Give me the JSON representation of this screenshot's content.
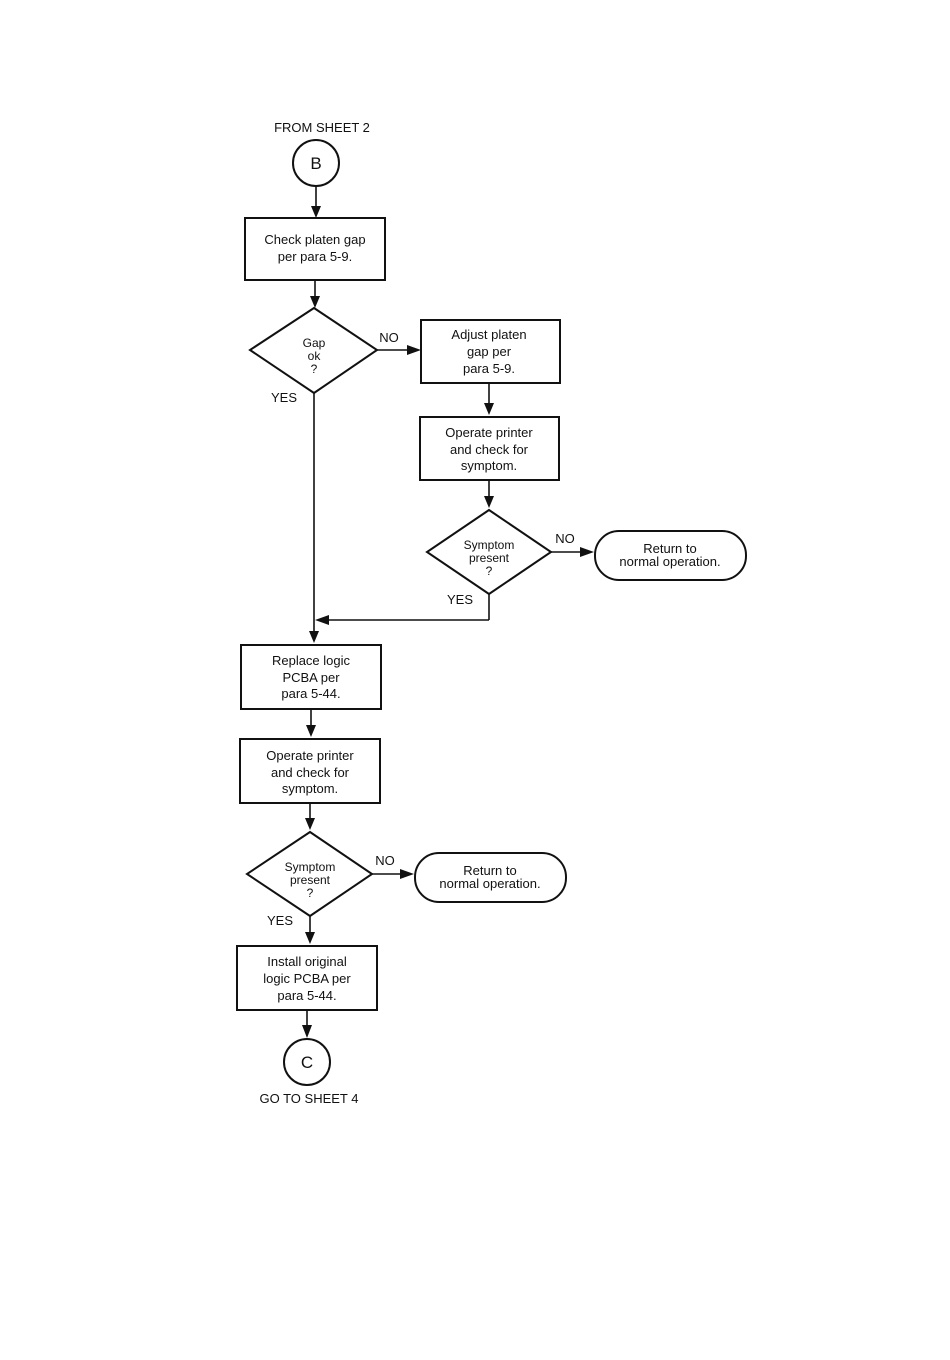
{
  "connectors": {
    "from_label": "FROM SHEET 2",
    "start": "B",
    "end": "C",
    "to_label": "GO TO SHEET 4"
  },
  "nodes": {
    "check_gap": [
      "Check platen gap",
      "per para 5-9."
    ],
    "gap_ok": [
      "Gap",
      "ok",
      "?"
    ],
    "adjust_gap": [
      "Adjust platen",
      "gap per",
      "para 5-9."
    ],
    "operate_1": [
      "Operate printer",
      "and check for",
      "symptom."
    ],
    "symptom_1": [
      "Symptom",
      "present",
      "?"
    ],
    "return_1": [
      "Return to",
      "normal operation."
    ],
    "replace_logic": [
      "Replace logic",
      "PCBA per",
      "para 5-44."
    ],
    "operate_2": [
      "Operate printer",
      "and check for",
      "symptom."
    ],
    "symptom_2": [
      "Symptom",
      "present",
      "?"
    ],
    "return_2": [
      "Return to",
      "normal operation."
    ],
    "install_original": [
      "Install original",
      "logic PCBA per",
      "para 5-44."
    ]
  },
  "edge_labels": {
    "gap_no": "NO",
    "gap_yes": "YES",
    "sym1_no": "NO",
    "sym1_yes": "YES",
    "sym2_no": "NO",
    "sym2_yes": "YES"
  }
}
